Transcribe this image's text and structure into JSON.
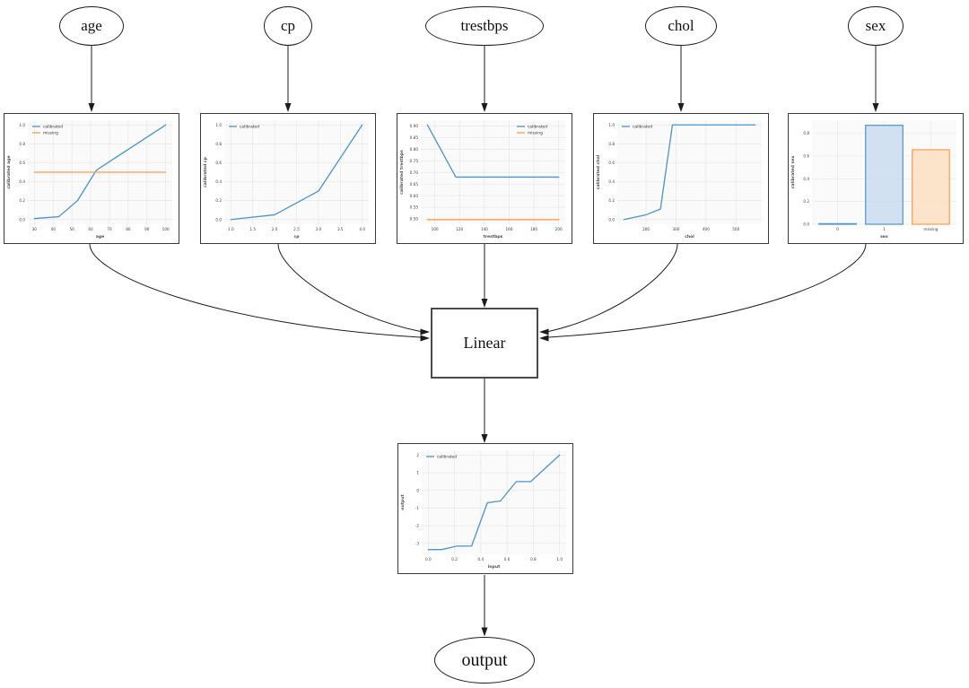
{
  "nodes": {
    "age": {
      "label": "age"
    },
    "cp": {
      "label": "cp"
    },
    "trestbps": {
      "label": "trestbps"
    },
    "chol": {
      "label": "chol"
    },
    "sex": {
      "label": "sex"
    },
    "linear": {
      "label": "Linear"
    },
    "output": {
      "label": "output"
    }
  },
  "edges": [
    {
      "from": "age",
      "to": "age-calibrator"
    },
    {
      "from": "cp",
      "to": "cp-calibrator"
    },
    {
      "from": "trestbps",
      "to": "trestbps-calibrator"
    },
    {
      "from": "chol",
      "to": "chol-calibrator"
    },
    {
      "from": "sex",
      "to": "sex-calibrator"
    },
    {
      "from": "age-calibrator",
      "to": "linear"
    },
    {
      "from": "cp-calibrator",
      "to": "linear"
    },
    {
      "from": "trestbps-calibrator",
      "to": "linear"
    },
    {
      "from": "chol-calibrator",
      "to": "linear"
    },
    {
      "from": "sex-calibrator",
      "to": "linear"
    },
    {
      "from": "linear",
      "to": "output-calibrator"
    },
    {
      "from": "output-calibrator",
      "to": "output"
    }
  ],
  "colors": {
    "calibrated": "#4a94cf",
    "missing": "#ff9b45",
    "calibrated_fill": "#c9dcee",
    "missing_fill": "#fcdfc3",
    "grid": "#e8e8e8",
    "axes_bg": "#fafafa",
    "tick_text": "#3d3d3d",
    "label_text": "#4d4d4d"
  },
  "chart_data": [
    {
      "id": "age-calibrator",
      "type": "line",
      "xlabel": "age",
      "ylabel": "calibrated age",
      "xlim": [
        26.5,
        103.5
      ],
      "ylim": [
        -0.05,
        1.05
      ],
      "xticks": [
        30,
        40,
        50,
        60,
        70,
        80,
        90,
        100
      ],
      "xtick_labels": [
        "30",
        "40",
        "50",
        "60",
        "70",
        "80",
        "90",
        "100"
      ],
      "yticks": [
        0.0,
        0.2,
        0.4,
        0.6,
        0.8,
        1.0
      ],
      "ytick_labels": [
        "0.0",
        "0.2",
        "0.4",
        "0.6",
        "0.8",
        "1.0"
      ],
      "legend": {
        "position": "top-left",
        "entries": [
          {
            "label": "calibrated",
            "color": "calibrated"
          },
          {
            "label": "missing",
            "color": "missing"
          }
        ]
      },
      "series": [
        {
          "name": "calibrated",
          "color": "calibrated",
          "points": [
            [
              30,
              0.01
            ],
            [
              43,
              0.03
            ],
            [
              53,
              0.2
            ],
            [
              63,
              0.52
            ],
            [
              66,
              0.56
            ],
            [
              100,
              1.0
            ]
          ]
        },
        {
          "name": "missing",
          "color": "missing",
          "points": [
            [
              30,
              0.5
            ],
            [
              100,
              0.5
            ]
          ]
        }
      ]
    },
    {
      "id": "cp-calibrator",
      "type": "line",
      "xlabel": "cp",
      "ylabel": "calibrated cp",
      "xlim": [
        0.85,
        4.15
      ],
      "ylim": [
        -0.05,
        1.05
      ],
      "xticks": [
        1.0,
        1.5,
        2.0,
        2.5,
        3.0,
        3.5,
        4.0
      ],
      "xtick_labels": [
        "1.0",
        "1.5",
        "2.0",
        "2.5",
        "3.0",
        "3.5",
        "4.0"
      ],
      "yticks": [
        0.0,
        0.2,
        0.4,
        0.6,
        0.8,
        1.0
      ],
      "ytick_labels": [
        "0.0",
        "0.2",
        "0.4",
        "0.6",
        "0.8",
        "1.0"
      ],
      "legend": {
        "position": "top-left",
        "entries": [
          {
            "label": "calibrated",
            "color": "calibrated"
          }
        ]
      },
      "series": [
        {
          "name": "calibrated",
          "color": "calibrated",
          "points": [
            [
              1.0,
              0.0
            ],
            [
              2.0,
              0.05
            ],
            [
              3.0,
              0.3
            ],
            [
              4.0,
              1.0
            ]
          ]
        }
      ]
    },
    {
      "id": "trestbps-calibrator",
      "type": "line",
      "xlabel": "trestbps",
      "ylabel": "calibrated trestbps",
      "xlim": [
        88.7,
        205.3
      ],
      "ylim": [
        0.477,
        0.925
      ],
      "xticks": [
        100,
        120,
        140,
        160,
        180,
        200
      ],
      "xtick_labels": [
        "100",
        "120",
        "140",
        "160",
        "180",
        "200"
      ],
      "yticks": [
        0.5,
        0.55,
        0.6,
        0.65,
        0.7,
        0.75,
        0.8,
        0.85,
        0.9
      ],
      "ytick_labels": [
        "0.50",
        "0.55",
        "0.60",
        "0.65",
        "0.70",
        "0.75",
        "0.80",
        "0.85",
        "0.90"
      ],
      "legend": {
        "position": "top-right",
        "entries": [
          {
            "label": "calibrated",
            "color": "calibrated"
          },
          {
            "label": "missing",
            "color": "missing"
          }
        ]
      },
      "series": [
        {
          "name": "calibrated",
          "color": "calibrated",
          "points": [
            [
              94,
              0.905
            ],
            [
              117,
              0.68
            ],
            [
              200,
              0.68
            ]
          ]
        },
        {
          "name": "missing",
          "color": "missing",
          "points": [
            [
              94,
              0.497
            ],
            [
              200,
              0.497
            ]
          ]
        }
      ]
    },
    {
      "id": "chol-calibrator",
      "type": "line",
      "xlabel": "chol",
      "ylabel": "calibrated chol",
      "xlim": [
        104,
        586
      ],
      "ylim": [
        -0.05,
        1.05
      ],
      "xticks": [
        200,
        300,
        400,
        500
      ],
      "xtick_labels": [
        "200",
        "300",
        "400",
        "500"
      ],
      "yticks": [
        0.0,
        0.2,
        0.4,
        0.6,
        0.8,
        1.0
      ],
      "ytick_labels": [
        "0.0",
        "0.2",
        "0.4",
        "0.6",
        "0.8",
        "1.0"
      ],
      "legend": {
        "position": "top-left",
        "entries": [
          {
            "label": "calibrated",
            "color": "calibrated"
          }
        ]
      },
      "series": [
        {
          "name": "calibrated",
          "color": "calibrated",
          "points": [
            [
              126,
              0.0
            ],
            [
              200,
              0.05
            ],
            [
              248,
              0.11
            ],
            [
              288,
              1.0
            ],
            [
              564,
              1.0
            ]
          ]
        }
      ]
    },
    {
      "id": "sex-calibrator",
      "type": "bar",
      "xlabel": "sex",
      "ylabel": "calibrated sex",
      "xlim": [
        -0.55,
        2.55
      ],
      "ylim": [
        0,
        0.915
      ],
      "categories": [
        "0",
        "1",
        "missing"
      ],
      "values": [
        0.005,
        0.87,
        0.655
      ],
      "bar_colors": [
        "calibrated",
        "calibrated",
        "missing"
      ],
      "yticks": [
        0.0,
        0.2,
        0.4,
        0.6,
        0.8
      ],
      "ytick_labels": [
        "0.0",
        "0.2",
        "0.4",
        "0.6",
        "0.8"
      ],
      "legend": null
    },
    {
      "id": "output-calibrator",
      "type": "line",
      "xlabel": "input",
      "ylabel": "output",
      "xlim": [
        -0.05,
        1.05
      ],
      "ylim": [
        -3.62,
        2.27
      ],
      "xticks": [
        0.0,
        0.2,
        0.4,
        0.6,
        0.8,
        1.0
      ],
      "xtick_labels": [
        "0.0",
        "0.2",
        "0.4",
        "0.6",
        "0.8",
        "1.0"
      ],
      "yticks": [
        -3,
        -2,
        -1,
        0,
        1,
        2
      ],
      "ytick_labels": [
        "-3",
        "-2",
        "-1",
        "0",
        "1",
        "2"
      ],
      "legend": {
        "position": "top-left",
        "entries": [
          {
            "label": "calibrated",
            "color": "calibrated"
          }
        ]
      },
      "series": [
        {
          "name": "calibrated",
          "color": "calibrated",
          "points": [
            [
              0.0,
              -3.35
            ],
            [
              0.1,
              -3.35
            ],
            [
              0.22,
              -3.15
            ],
            [
              0.33,
              -3.15
            ],
            [
              0.45,
              -0.7
            ],
            [
              0.55,
              -0.6
            ],
            [
              0.67,
              0.5
            ],
            [
              0.78,
              0.5
            ],
            [
              1.0,
              2.0
            ]
          ]
        }
      ]
    }
  ]
}
